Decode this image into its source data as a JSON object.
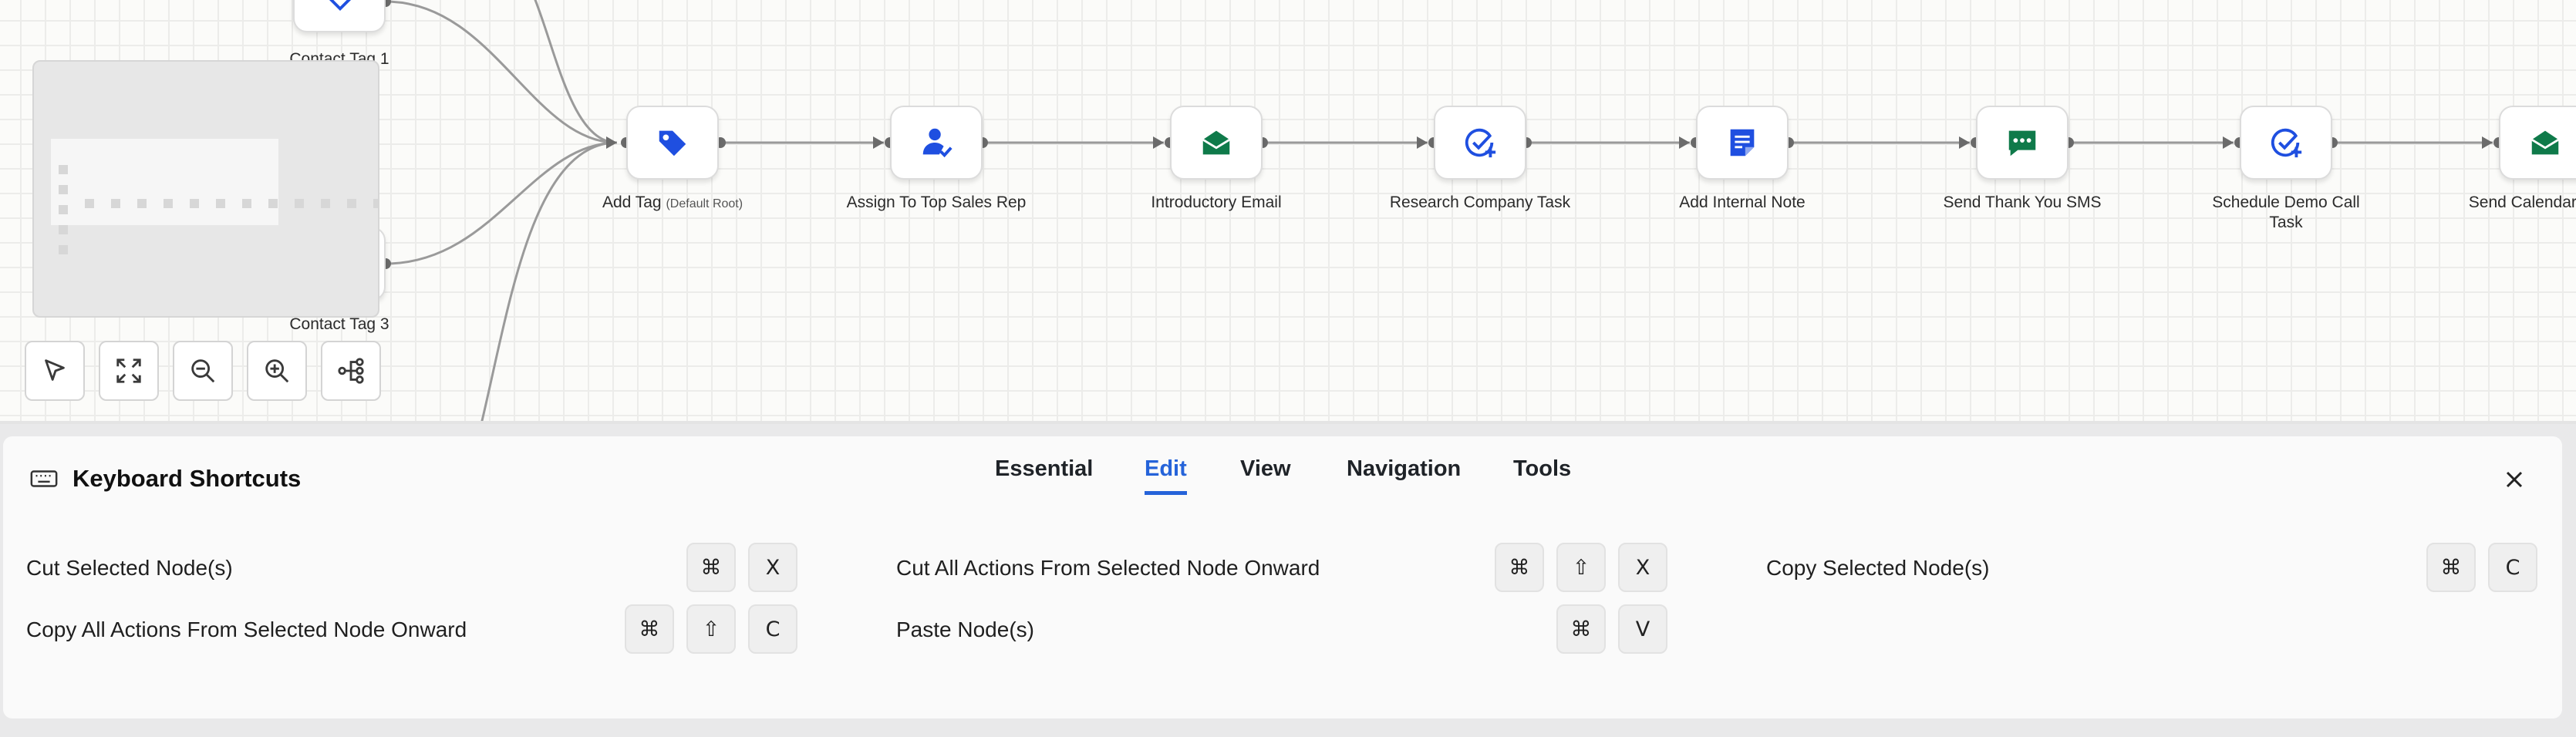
{
  "canvas": {
    "nodes": [
      {
        "id": "add-tag",
        "label": "Add Tag",
        "sublabel": "(Default Root)",
        "icon": "tag-icon"
      },
      {
        "id": "assign-rep",
        "label": "Assign To Top Sales Rep",
        "icon": "user-assign-icon"
      },
      {
        "id": "intro-email",
        "label": "Introductory Email",
        "icon": "envelope-open-icon"
      },
      {
        "id": "research-task",
        "label": "Research Company Task",
        "icon": "task-add-icon"
      },
      {
        "id": "internal-note",
        "label": "Add Internal Note",
        "icon": "note-icon"
      },
      {
        "id": "thank-you-sms",
        "label": "Send Thank You SMS",
        "icon": "sms-icon"
      },
      {
        "id": "demo-call-task",
        "label": "Schedule Demo Call Task",
        "icon": "task-add-icon"
      },
      {
        "id": "calendar-email",
        "label": "Send Calendar Email",
        "icon": "envelope-open-icon"
      }
    ],
    "trigger_labels": {
      "top": "Contact Tag 1",
      "bottom": "Contact Tag 3"
    },
    "colors": {
      "blue": "#1f4fe0",
      "green": "#0f7a4a",
      "edge": "#9a9a9a",
      "port": "#6b6b6b"
    }
  },
  "toolbar": [
    {
      "id": "select",
      "icon": "pointer-icon"
    },
    {
      "id": "fit",
      "icon": "fit-view-icon"
    },
    {
      "id": "zoom-out",
      "icon": "zoom-out-icon"
    },
    {
      "id": "zoom-in",
      "icon": "zoom-in-icon"
    },
    {
      "id": "layout",
      "icon": "tree-layout-icon"
    }
  ],
  "panel": {
    "title": "Keyboard Shortcuts",
    "tabs": [
      "Essential",
      "Edit",
      "View",
      "Navigation",
      "Tools"
    ],
    "active_tab": "Edit",
    "shortcuts": [
      {
        "label": "Cut Selected Node(s)",
        "keys": [
          "⌘",
          "X"
        ]
      },
      {
        "label": "Cut All Actions From Selected Node Onward",
        "keys": [
          "⌘",
          "⇧",
          "X"
        ]
      },
      {
        "label": "Copy Selected Node(s)",
        "keys": [
          "⌘",
          "C"
        ]
      },
      {
        "label": "Copy All Actions From Selected Node Onward",
        "keys": [
          "⌘",
          "⇧",
          "C"
        ]
      },
      {
        "label": "Paste Node(s)",
        "keys": [
          "⌘",
          "V"
        ]
      }
    ]
  }
}
